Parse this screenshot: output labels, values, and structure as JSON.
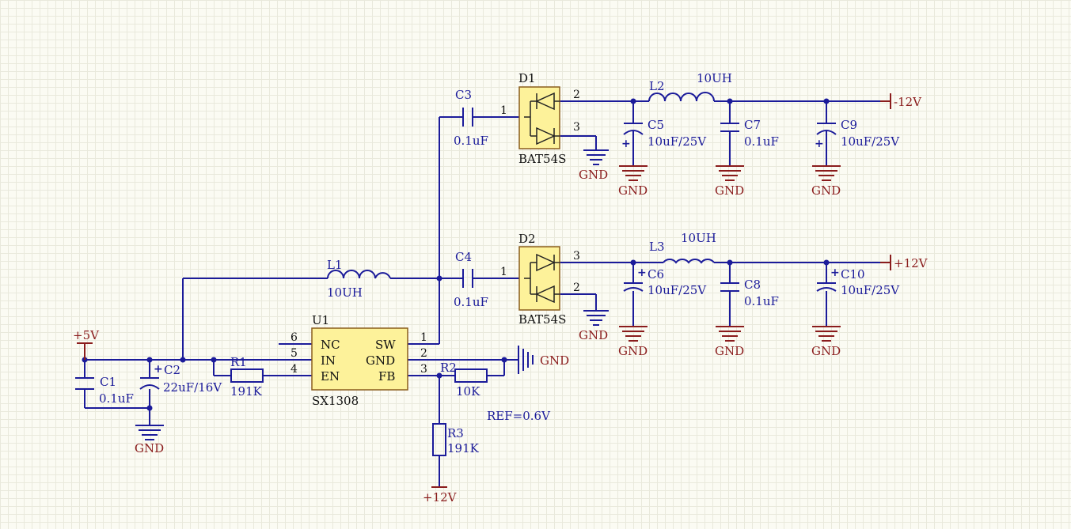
{
  "labels": {
    "d1": "D1",
    "d1_part": "BAT54S",
    "d1_pin1": "1",
    "d1_pin2": "2",
    "d1_pin3": "3",
    "d2": "D2",
    "d2_part": "BAT54S",
    "d2_pin1": "1",
    "d2_pin3": "3",
    "d2_pin2": "2",
    "c3": "C3",
    "c3_val": "0.1uF",
    "c4": "C4",
    "c4_val": "0.1uF",
    "l2": "L2",
    "l2_val": "10UH",
    "l3": "L3",
    "l3_val": "10UH",
    "l1": "L1",
    "l1_val": "10UH",
    "c5": "C5",
    "c5_val": "10uF/25V",
    "c7": "C7",
    "c7_val": "0.1uF",
    "c9": "C9",
    "c9_val": "10uF/25V",
    "c6": "C6",
    "c6_val": "10uF/25V",
    "c8": "C8",
    "c8_val": "0.1uF",
    "c10": "C10",
    "c10_val": "10uF/25V",
    "c1": "C1",
    "c1_val": "0.1uF",
    "c2": "C2",
    "c2_val": "22uF/16V",
    "r1": "R1",
    "r1_val": "191K",
    "r2": "R2",
    "r2_val": "10K",
    "r3": "R3",
    "r3_val": "191K",
    "u1": "U1",
    "u1_part": "SX1308",
    "u1_nc": "NC",
    "u1_in": "IN",
    "u1_en": "EN",
    "u1_sw": "SW",
    "u1_gnd": "GND",
    "u1_fb": "FB",
    "u1_pin6": "6",
    "u1_pin5": "5",
    "u1_pin4": "4",
    "u1_pin1": "1",
    "u1_pin2": "2",
    "u1_pin3": "3",
    "ref_note": "REF=0.6V"
  },
  "power": {
    "v5": "+5V",
    "vneg12": "-12V",
    "vpos12": "+12V",
    "vpos12_fb": "+12V",
    "gnd": "GND",
    "plus": "+"
  }
}
